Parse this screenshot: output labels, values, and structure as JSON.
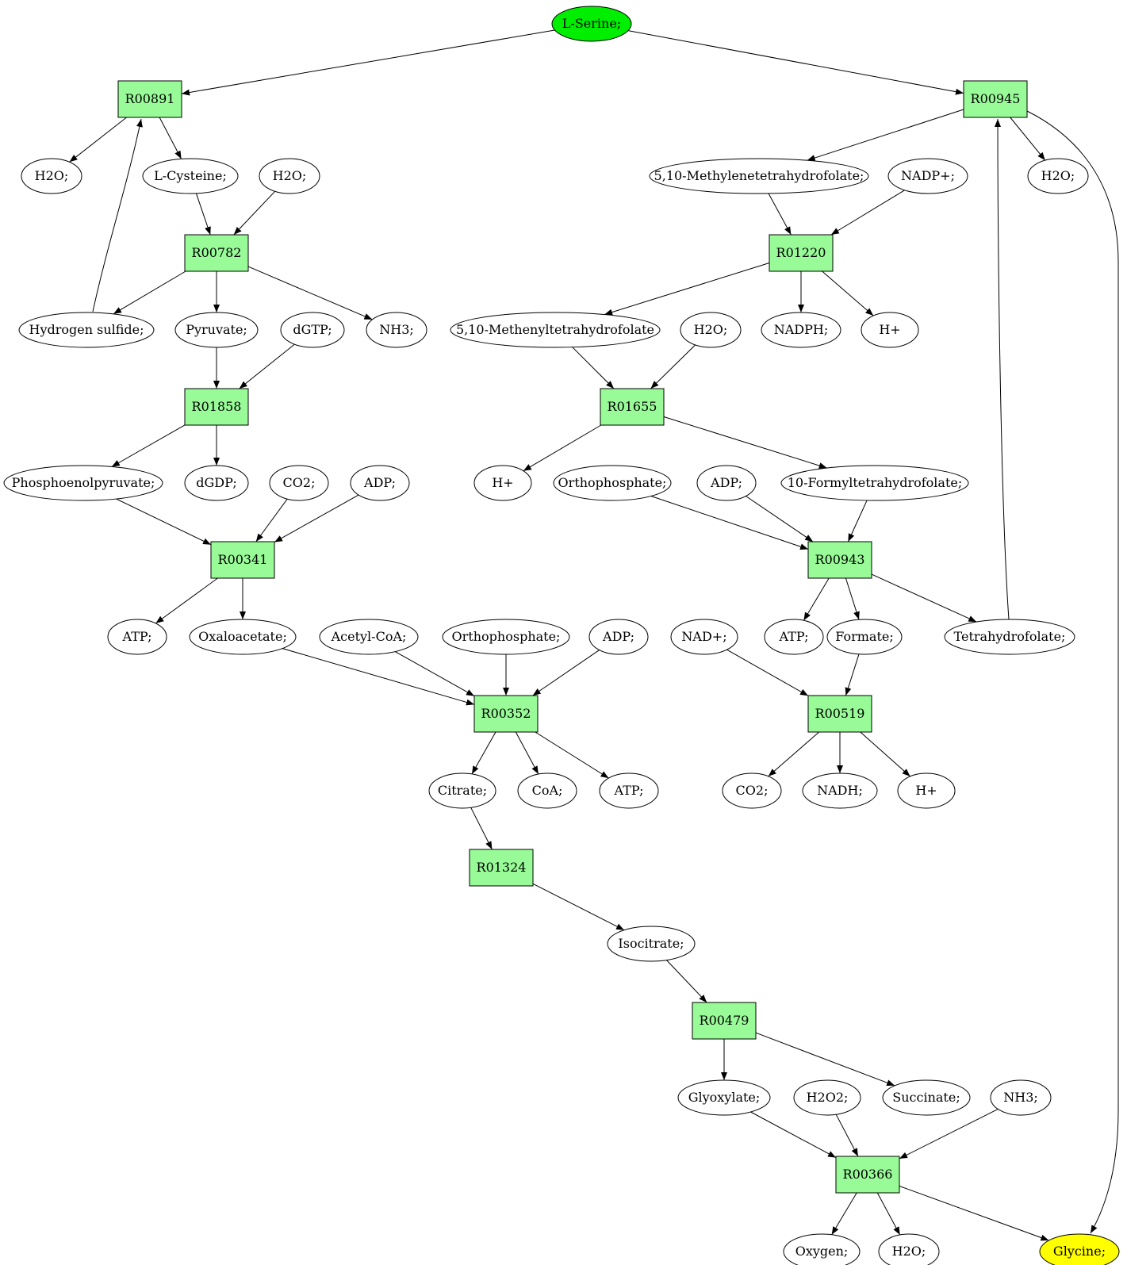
{
  "colors": {
    "reaction_fill": "#98fb98",
    "source_fill": "#00ee00",
    "target_fill": "#ffff00",
    "compound_fill": "#ffffff",
    "stroke": "#000000"
  },
  "nodes": [
    {
      "id": "ser",
      "label": "L-Serine;",
      "shape": "ellipse",
      "role": "source"
    },
    {
      "id": "r00891",
      "label": "R00891",
      "shape": "box",
      "role": "reaction"
    },
    {
      "id": "r00945",
      "label": "R00945",
      "shape": "box",
      "role": "reaction"
    },
    {
      "id": "h2o_a",
      "label": "H2O;",
      "shape": "ellipse",
      "role": "compound"
    },
    {
      "id": "cys",
      "label": "L-Cysteine;",
      "shape": "ellipse",
      "role": "compound"
    },
    {
      "id": "h2o_b",
      "label": "H2O;",
      "shape": "ellipse",
      "role": "compound"
    },
    {
      "id": "mthf",
      "label": "5,10-Methylenetetrahydrofolate;",
      "shape": "ellipse",
      "role": "compound"
    },
    {
      "id": "nadp",
      "label": "NADP+;",
      "shape": "ellipse",
      "role": "compound"
    },
    {
      "id": "h2o_c",
      "label": "H2O;",
      "shape": "ellipse",
      "role": "compound"
    },
    {
      "id": "r00782",
      "label": "R00782",
      "shape": "box",
      "role": "reaction"
    },
    {
      "id": "r01220",
      "label": "R01220",
      "shape": "box",
      "role": "reaction"
    },
    {
      "id": "h2s",
      "label": "Hydrogen sulfide;",
      "shape": "ellipse",
      "role": "compound"
    },
    {
      "id": "pyr",
      "label": "Pyruvate;",
      "shape": "ellipse",
      "role": "compound"
    },
    {
      "id": "dgtp",
      "label": "dGTP;",
      "shape": "ellipse",
      "role": "compound"
    },
    {
      "id": "nh3_a",
      "label": "NH3;",
      "shape": "ellipse",
      "role": "compound"
    },
    {
      "id": "methf",
      "label": "5,10-Methenyltetrahydrofolate",
      "shape": "ellipse",
      "role": "compound"
    },
    {
      "id": "h2o_d",
      "label": "H2O;",
      "shape": "ellipse",
      "role": "compound"
    },
    {
      "id": "nadph",
      "label": "NADPH;",
      "shape": "ellipse",
      "role": "compound"
    },
    {
      "id": "hplus_a",
      "label": "H+",
      "shape": "ellipse",
      "role": "compound"
    },
    {
      "id": "r01858",
      "label": "R01858",
      "shape": "box",
      "role": "reaction"
    },
    {
      "id": "r01655",
      "label": "R01655",
      "shape": "box",
      "role": "reaction"
    },
    {
      "id": "pep",
      "label": "Phosphoenolpyruvate;",
      "shape": "ellipse",
      "role": "compound"
    },
    {
      "id": "dgdp",
      "label": "dGDP;",
      "shape": "ellipse",
      "role": "compound"
    },
    {
      "id": "co2_a",
      "label": "CO2;",
      "shape": "ellipse",
      "role": "compound"
    },
    {
      "id": "adp_a",
      "label": "ADP;",
      "shape": "ellipse",
      "role": "compound"
    },
    {
      "id": "hplus_b",
      "label": "H+",
      "shape": "ellipse",
      "role": "compound"
    },
    {
      "id": "orth_a",
      "label": "Orthophosphate;",
      "shape": "ellipse",
      "role": "compound"
    },
    {
      "id": "adp_b",
      "label": "ADP;",
      "shape": "ellipse",
      "role": "compound"
    },
    {
      "id": "fthf",
      "label": "10-Formyltetrahydrofolate;",
      "shape": "ellipse",
      "role": "compound"
    },
    {
      "id": "r00341",
      "label": "R00341",
      "shape": "box",
      "role": "reaction"
    },
    {
      "id": "r00943",
      "label": "R00943",
      "shape": "box",
      "role": "reaction"
    },
    {
      "id": "atp_a",
      "label": "ATP;",
      "shape": "ellipse",
      "role": "compound"
    },
    {
      "id": "oaa",
      "label": "Oxaloacetate;",
      "shape": "ellipse",
      "role": "compound"
    },
    {
      "id": "acoa",
      "label": "Acetyl-CoA;",
      "shape": "ellipse",
      "role": "compound"
    },
    {
      "id": "orth_b",
      "label": "Orthophosphate;",
      "shape": "ellipse",
      "role": "compound"
    },
    {
      "id": "adp_c",
      "label": "ADP;",
      "shape": "ellipse",
      "role": "compound"
    },
    {
      "id": "nad",
      "label": "NAD+;",
      "shape": "ellipse",
      "role": "compound"
    },
    {
      "id": "atp_b",
      "label": "ATP;",
      "shape": "ellipse",
      "role": "compound"
    },
    {
      "id": "formate",
      "label": "Formate;",
      "shape": "ellipse",
      "role": "compound"
    },
    {
      "id": "thf",
      "label": "Tetrahydrofolate;",
      "shape": "ellipse",
      "role": "compound"
    },
    {
      "id": "r00352",
      "label": "R00352",
      "shape": "box",
      "role": "reaction"
    },
    {
      "id": "r00519",
      "label": "R00519",
      "shape": "box",
      "role": "reaction"
    },
    {
      "id": "citrate",
      "label": "Citrate;",
      "shape": "ellipse",
      "role": "compound"
    },
    {
      "id": "coa",
      "label": "CoA;",
      "shape": "ellipse",
      "role": "compound"
    },
    {
      "id": "atp_c",
      "label": "ATP;",
      "shape": "ellipse",
      "role": "compound"
    },
    {
      "id": "co2_b",
      "label": "CO2;",
      "shape": "ellipse",
      "role": "compound"
    },
    {
      "id": "nadh",
      "label": "NADH;",
      "shape": "ellipse",
      "role": "compound"
    },
    {
      "id": "hplus_c",
      "label": "H+",
      "shape": "ellipse",
      "role": "compound"
    },
    {
      "id": "r01324",
      "label": "R01324",
      "shape": "box",
      "role": "reaction"
    },
    {
      "id": "isocitrate",
      "label": "Isocitrate;",
      "shape": "ellipse",
      "role": "compound"
    },
    {
      "id": "r00479",
      "label": "R00479",
      "shape": "box",
      "role": "reaction"
    },
    {
      "id": "glyoxylate",
      "label": "Glyoxylate;",
      "shape": "ellipse",
      "role": "compound"
    },
    {
      "id": "h2o2",
      "label": "H2O2;",
      "shape": "ellipse",
      "role": "compound"
    },
    {
      "id": "succinate",
      "label": "Succinate;",
      "shape": "ellipse",
      "role": "compound"
    },
    {
      "id": "nh3_b",
      "label": "NH3;",
      "shape": "ellipse",
      "role": "compound"
    },
    {
      "id": "r00366",
      "label": "R00366",
      "shape": "box",
      "role": "reaction"
    },
    {
      "id": "oxygen",
      "label": "Oxygen;",
      "shape": "ellipse",
      "role": "compound"
    },
    {
      "id": "h2o_e",
      "label": "H2O;",
      "shape": "ellipse",
      "role": "compound"
    },
    {
      "id": "glycine",
      "label": "Glycine;",
      "shape": "ellipse",
      "role": "target"
    }
  ],
  "edges": [
    {
      "from": "ser",
      "to": "r00891"
    },
    {
      "from": "ser",
      "to": "r00945"
    },
    {
      "from": "r00891",
      "to": "h2o_a"
    },
    {
      "from": "r00891",
      "to": "cys"
    },
    {
      "from": "cys",
      "to": "r00782"
    },
    {
      "from": "h2o_b",
      "to": "r00782"
    },
    {
      "from": "r00782",
      "to": "h2s"
    },
    {
      "from": "r00782",
      "to": "pyr"
    },
    {
      "from": "r00782",
      "to": "nh3_a"
    },
    {
      "from": "h2s",
      "to": "r00891"
    },
    {
      "from": "pyr",
      "to": "r01858"
    },
    {
      "from": "dgtp",
      "to": "r01858"
    },
    {
      "from": "r01858",
      "to": "pep"
    },
    {
      "from": "r01858",
      "to": "dgdp"
    },
    {
      "from": "pep",
      "to": "r00341"
    },
    {
      "from": "co2_a",
      "to": "r00341"
    },
    {
      "from": "adp_a",
      "to": "r00341"
    },
    {
      "from": "r00341",
      "to": "atp_a"
    },
    {
      "from": "r00341",
      "to": "oaa"
    },
    {
      "from": "oaa",
      "to": "r00352"
    },
    {
      "from": "acoa",
      "to": "r00352"
    },
    {
      "from": "orth_b",
      "to": "r00352"
    },
    {
      "from": "adp_c",
      "to": "r00352"
    },
    {
      "from": "r00352",
      "to": "citrate"
    },
    {
      "from": "r00352",
      "to": "coa"
    },
    {
      "from": "r00352",
      "to": "atp_c"
    },
    {
      "from": "citrate",
      "to": "r01324"
    },
    {
      "from": "r01324",
      "to": "isocitrate"
    },
    {
      "from": "isocitrate",
      "to": "r00479"
    },
    {
      "from": "r00479",
      "to": "glyoxylate"
    },
    {
      "from": "r00479",
      "to": "succinate"
    },
    {
      "from": "glyoxylate",
      "to": "r00366"
    },
    {
      "from": "h2o2",
      "to": "r00366"
    },
    {
      "from": "nh3_b",
      "to": "r00366"
    },
    {
      "from": "r00366",
      "to": "oxygen"
    },
    {
      "from": "r00366",
      "to": "h2o_e"
    },
    {
      "from": "r00366",
      "to": "glycine"
    },
    {
      "from": "r00945",
      "to": "mthf"
    },
    {
      "from": "r00945",
      "to": "h2o_c"
    },
    {
      "from": "r00945",
      "to": "glycine"
    },
    {
      "from": "mthf",
      "to": "r01220"
    },
    {
      "from": "nadp",
      "to": "r01220"
    },
    {
      "from": "r01220",
      "to": "methf"
    },
    {
      "from": "r01220",
      "to": "nadph"
    },
    {
      "from": "r01220",
      "to": "hplus_a"
    },
    {
      "from": "methf",
      "to": "r01655"
    },
    {
      "from": "h2o_d",
      "to": "r01655"
    },
    {
      "from": "r01655",
      "to": "hplus_b"
    },
    {
      "from": "r01655",
      "to": "fthf"
    },
    {
      "from": "orth_a",
      "to": "r00943"
    },
    {
      "from": "adp_b",
      "to": "r00943"
    },
    {
      "from": "fthf",
      "to": "r00943"
    },
    {
      "from": "r00943",
      "to": "atp_b"
    },
    {
      "from": "r00943",
      "to": "formate"
    },
    {
      "from": "r00943",
      "to": "thf"
    },
    {
      "from": "thf",
      "to": "r00945"
    },
    {
      "from": "nad",
      "to": "r00519"
    },
    {
      "from": "formate",
      "to": "r00519"
    },
    {
      "from": "r00519",
      "to": "co2_b"
    },
    {
      "from": "r00519",
      "to": "nadh"
    },
    {
      "from": "r00519",
      "to": "hplus_c"
    }
  ]
}
